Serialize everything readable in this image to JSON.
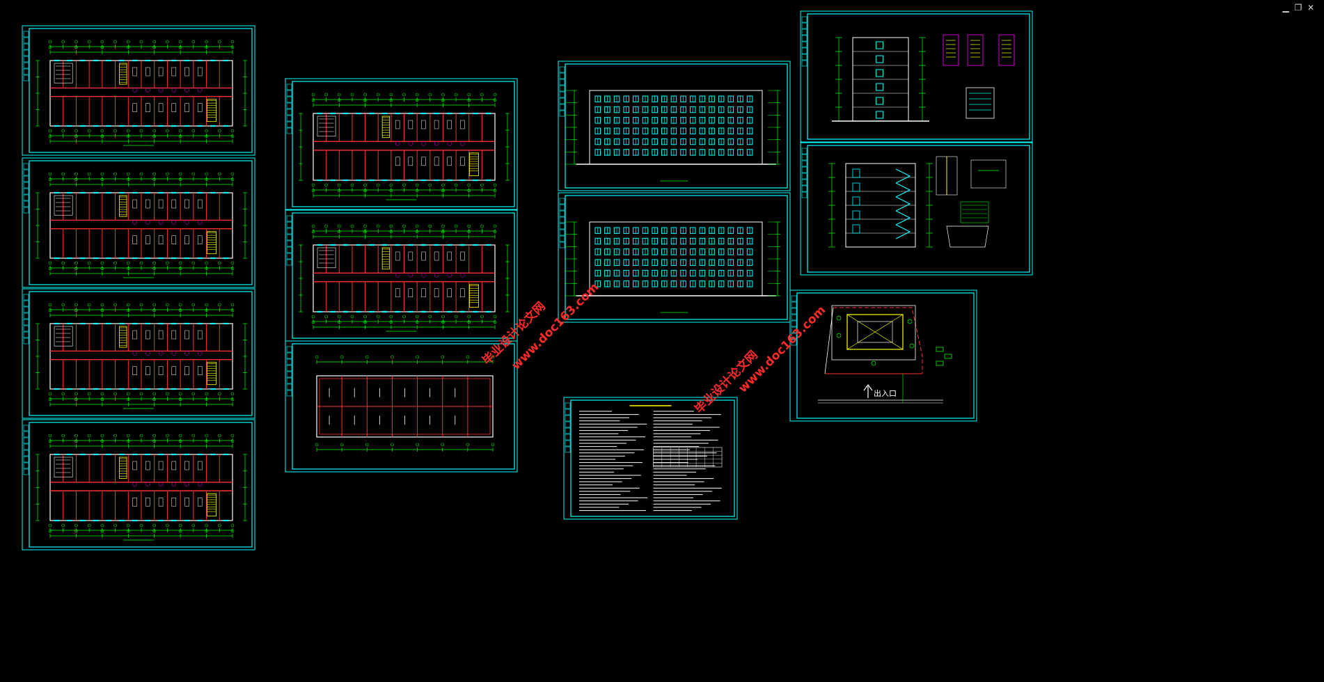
{
  "window_controls": {
    "minimize": "▁",
    "restore": "❐",
    "close": "✕"
  },
  "watermark": {
    "name": "毕业设计论文网",
    "url": "www.doc163.com"
  },
  "site_plan": {
    "entrance_label": "出入口"
  },
  "colors": {
    "background": "#000000",
    "frame": "#00ffff",
    "grid_line": "#00ff00",
    "wall": "#ff3030",
    "window": "#00ffff",
    "room_fill": "#ffff00",
    "white": "#ffffff",
    "watermark": "#ff2a2a",
    "magenta": "#ff00ff"
  },
  "sheets": [
    {
      "id": "plan-1f",
      "type": "floor-plan"
    },
    {
      "id": "plan-2f",
      "type": "floor-plan"
    },
    {
      "id": "plan-3f",
      "type": "floor-plan"
    },
    {
      "id": "plan-4f",
      "type": "floor-plan"
    },
    {
      "id": "plan-5f",
      "type": "floor-plan"
    },
    {
      "id": "plan-6f",
      "type": "floor-plan"
    },
    {
      "id": "roof-plan",
      "type": "roof-plan"
    },
    {
      "id": "front-elevation",
      "type": "elevation"
    },
    {
      "id": "rear-elevation",
      "type": "elevation"
    },
    {
      "id": "design-notes",
      "type": "notes"
    },
    {
      "id": "side-elevation",
      "type": "elevation"
    },
    {
      "id": "section",
      "type": "section"
    },
    {
      "id": "site-plan",
      "type": "site-plan"
    }
  ]
}
